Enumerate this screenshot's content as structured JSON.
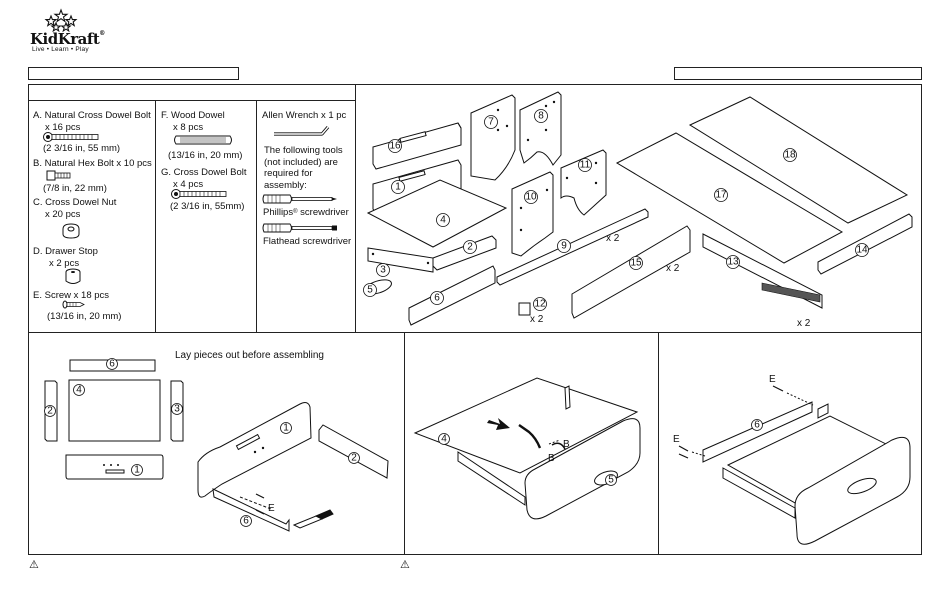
{
  "logo": {
    "brand": "KidKraft",
    "trademark": "®",
    "tagline": "Live • Learn • Play"
  },
  "hardware": {
    "a": {
      "line1": "A. Natural Cross Dowel Bolt",
      "line2": "x 16 pcs",
      "size": "(2 3/16 in, 55 mm)"
    },
    "b": {
      "line1": "B. Natural Hex Bolt x 10 pcs",
      "size": "(7/8 in, 22 mm)"
    },
    "c": {
      "line1": "C. Cross Dowel Nut",
      "line2": "x 20 pcs"
    },
    "d": {
      "line1": "D.  Drawer Stop",
      "line2": "x 2 pcs"
    },
    "e": {
      "line1": "E. Screw x 18 pcs",
      "size": "(13/16 in, 20 mm)"
    },
    "f": {
      "line1": "F. Wood Dowel",
      "line2": "x 8 pcs",
      "size": "(13/16 in, 20 mm)"
    },
    "g": {
      "line1": "G. Cross Dowel Bolt",
      "line2": "x 4 pcs",
      "size": "(2 3/16 in, 55mm)"
    }
  },
  "tools": {
    "allen": "Allen Wrench x 1 pc",
    "note": [
      "The following tools",
      "(not included) are",
      "required for",
      "assembly:"
    ],
    "phillips": "Phillips",
    "phillips_reg": "®",
    "phillips_suffix": " screwdriver",
    "flathead": "Flathead screwdriver"
  },
  "parts": {
    "p1": "1",
    "p2": "2",
    "p3": "3",
    "p4": "4",
    "p5": "5",
    "p6": "6",
    "p7": "7",
    "p8": "8",
    "p9": "9",
    "p10": "10",
    "p11": "11",
    "p12": "12",
    "p13": "13",
    "p14": "14",
    "p15": "15",
    "p16": "16",
    "p17": "17",
    "p18": "18",
    "qty_9": "x 2",
    "qty_15": "x 2",
    "qty_12": "x 2",
    "qty_13": "x 2"
  },
  "step1": {
    "instruction": "Lay pieces out before assembling",
    "label_e": "E"
  },
  "step2": {
    "label_b1": "B",
    "label_b2": "B"
  },
  "step3": {
    "label_e1": "E",
    "label_e2": "E"
  },
  "warnings": {
    "icon1": "⚠",
    "icon2": "⚠"
  }
}
